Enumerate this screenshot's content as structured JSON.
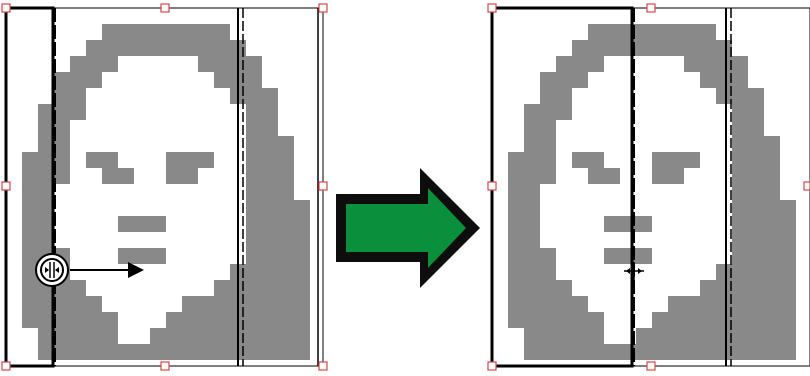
{
  "colors": {
    "pixel_fill": "#898989",
    "background": "#ffffff",
    "frame_stroke": "#000000",
    "guide_stroke": "#555555",
    "handle_stroke": "#d8454a",
    "arrow_fill": "#0a8f3c",
    "arrow_outline": "#0d0d0d"
  },
  "icons": {
    "drag_cursor_left": "column-resize-cursor-icon",
    "drag_cursor_right": "column-resize-crosshair-icon",
    "direction_arrow": "arrow-right-icon",
    "transition_arrow": "big-green-arrow-right-icon"
  },
  "left_pane": {
    "state": "before",
    "column_divider_position": 0.15
  },
  "right_pane": {
    "state": "after",
    "column_divider_position": 0.45
  }
}
